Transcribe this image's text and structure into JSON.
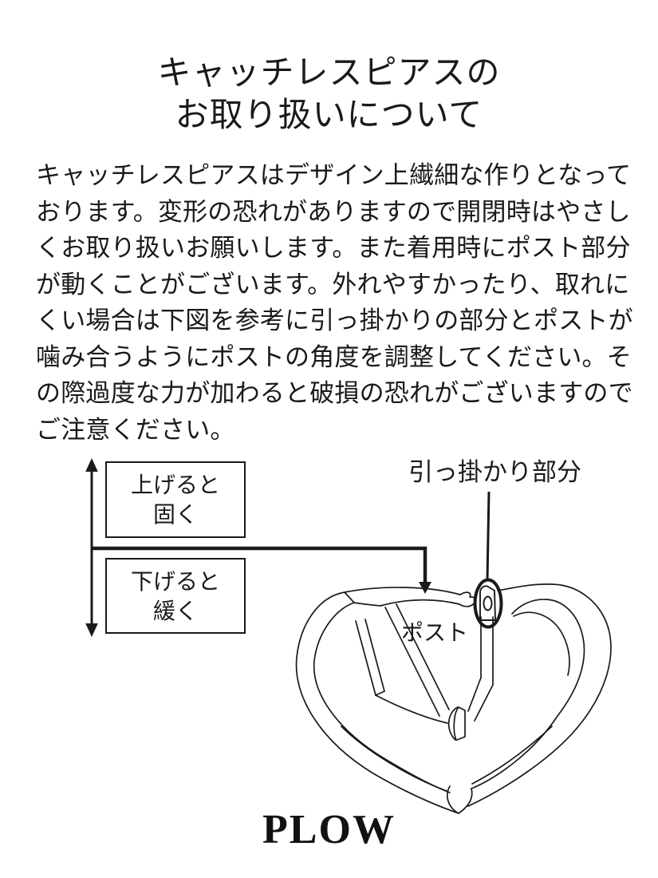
{
  "title": {
    "line1": "キャッチレスピアスの",
    "line2": "お取り扱いについて"
  },
  "body": {
    "lines": [
      "キャッチレスピアスはデザイン上繊細な作りとなって",
      "おります。変形の恐れがありますので開閉時はやさし",
      "くお取り扱いお願いします。また着用時にポスト部分",
      "が動くことがございます。外れやすかったり、取れに",
      "くい場合は下図を参考に引っ掛かりの部分とポストが",
      "噛み合うようにポストの角度を調整してください。そ",
      "の際過度な力が加わると破損の恐れがございますので",
      "ご注意ください。"
    ]
  },
  "diagram": {
    "raise_box": {
      "line1": "上げると",
      "line2": "固く"
    },
    "lower_box": {
      "line1": "下げると",
      "line2": "緩く"
    },
    "hook_label": "引っ掛かり部分",
    "post_label": "ポスト"
  },
  "footer": {
    "brand": "PLOW"
  },
  "colors": {
    "ink": "#1a1a1a",
    "bg": "#ffffff"
  }
}
